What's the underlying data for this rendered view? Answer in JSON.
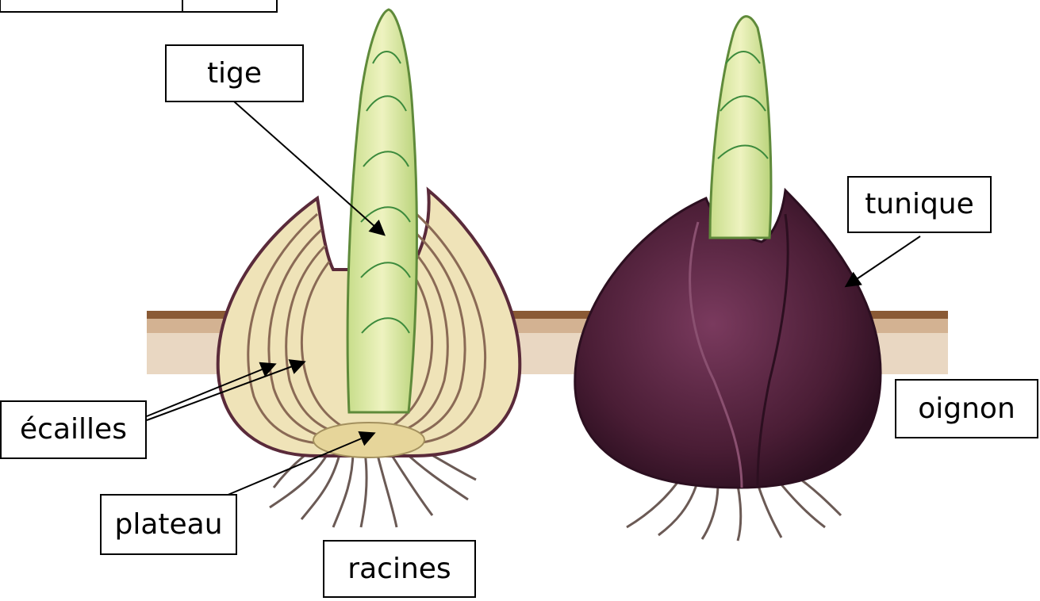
{
  "labels": {
    "tige": "tige",
    "tunique": "tunique",
    "ecailles": "écailles",
    "oignon": "oignon",
    "plateau": "plateau",
    "racines": "racines"
  },
  "colors": {
    "soil": "#c9a27e",
    "soil_line": "#7a4a2a",
    "scale_fill": "#efe3b8",
    "scale_line": "#5a2a3a",
    "stem_green": "#d8e79a",
    "stem_dark": "#3c8a3c",
    "tunic": "#4a1d35",
    "tunic_light": "#7a3a5e",
    "root": "#6b5a55"
  }
}
